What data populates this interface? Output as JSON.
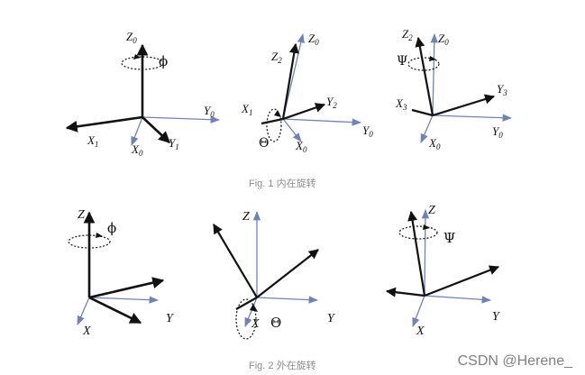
{
  "colors": {
    "frame": "#6f83b4",
    "rotated": "#111111",
    "caption": "#8c8c8c"
  },
  "captions": {
    "intrinsic": "Fig. 1 内在旋转",
    "extrinsic": "Fig. 2 外在旋转"
  },
  "watermark": "CSDN @Herene_",
  "fig1": {
    "panel1": {
      "z0": "Z",
      "z0_sub": "0",
      "y0": "Y",
      "y0_sub": "0",
      "x0": "X",
      "x0_sub": "0",
      "x1": "X",
      "x1_sub": "1",
      "y1": "Y",
      "y1_sub": "1",
      "angle": "ϕ"
    },
    "panel2": {
      "z0": "Z",
      "z0_sub": "0",
      "z2": "Z",
      "z2_sub": "2",
      "y2": "Y",
      "y2_sub": "2",
      "x1": "X",
      "x1_sub": "1",
      "y0": "Y",
      "y0_sub": "0",
      "x0": "X",
      "x0_sub": "0",
      "angle": "Θ"
    },
    "panel3": {
      "z2": "Z",
      "z2_sub": "2",
      "z0": "Z",
      "z0_sub": "0",
      "y3": "Y",
      "y3_sub": "3",
      "x3": "X",
      "x3_sub": "3",
      "y0": "Y",
      "y0_sub": "0",
      "x0": "X",
      "x0_sub": "0",
      "angle": "Ψ"
    }
  },
  "fig2": {
    "panel1": {
      "z": "Z",
      "y": "Y",
      "x": "X",
      "angle": "ϕ"
    },
    "panel2": {
      "z": "Z",
      "y": "Y",
      "x": "X",
      "angle": "Θ"
    },
    "panel3": {
      "z": "Z",
      "y": "Y",
      "x": "X",
      "angle": "Ψ"
    }
  }
}
